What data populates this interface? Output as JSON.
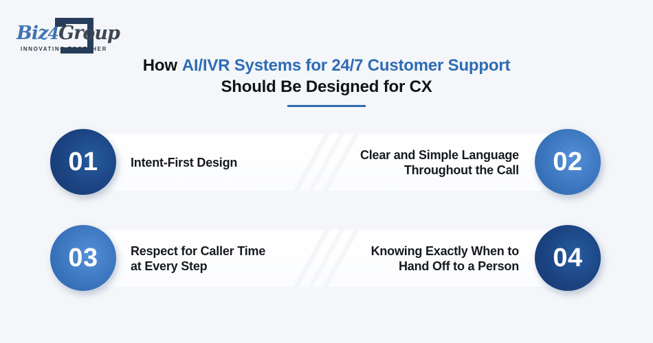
{
  "page": {
    "background": "#f4f6f9"
  },
  "logo": {
    "name": "Biz4Group",
    "name_prefix": "Biz",
    "name_digit": "4",
    "name_suffix": "Group",
    "tagline": "INNOVATING TOGETHER",
    "brand_blue": "#3f74b4",
    "brand_dark": "#3d4752",
    "bracket_navy": "#263d5c"
  },
  "title": {
    "prefix": "How",
    "highlight": "AI/IVR Systems for 24/7 Customer Support",
    "line2": "Should Be Designed for CX",
    "highlight_color": "#2d6cb4",
    "text_color": "#101318",
    "underline_color": "#2e6bad"
  },
  "items": [
    {
      "number": "01",
      "label": "Intent-First Design",
      "circle_style": "dark",
      "side": "left"
    },
    {
      "number": "02",
      "label": "Clear and Simple Language\nThroughout the Call",
      "circle_style": "light",
      "side": "right"
    },
    {
      "number": "03",
      "label": "Respect for Caller Time\nat Every Step",
      "circle_style": "light",
      "side": "left"
    },
    {
      "number": "04",
      "label": "Knowing Exactly When to\nHand Off to a Person",
      "circle_style": "dark",
      "side": "right"
    }
  ],
  "colors": {
    "circle_dark": "#1b4381",
    "circle_light": "#3b76bf",
    "banner_white": "#ffffff",
    "accent_blue": "#2d6cb4"
  }
}
